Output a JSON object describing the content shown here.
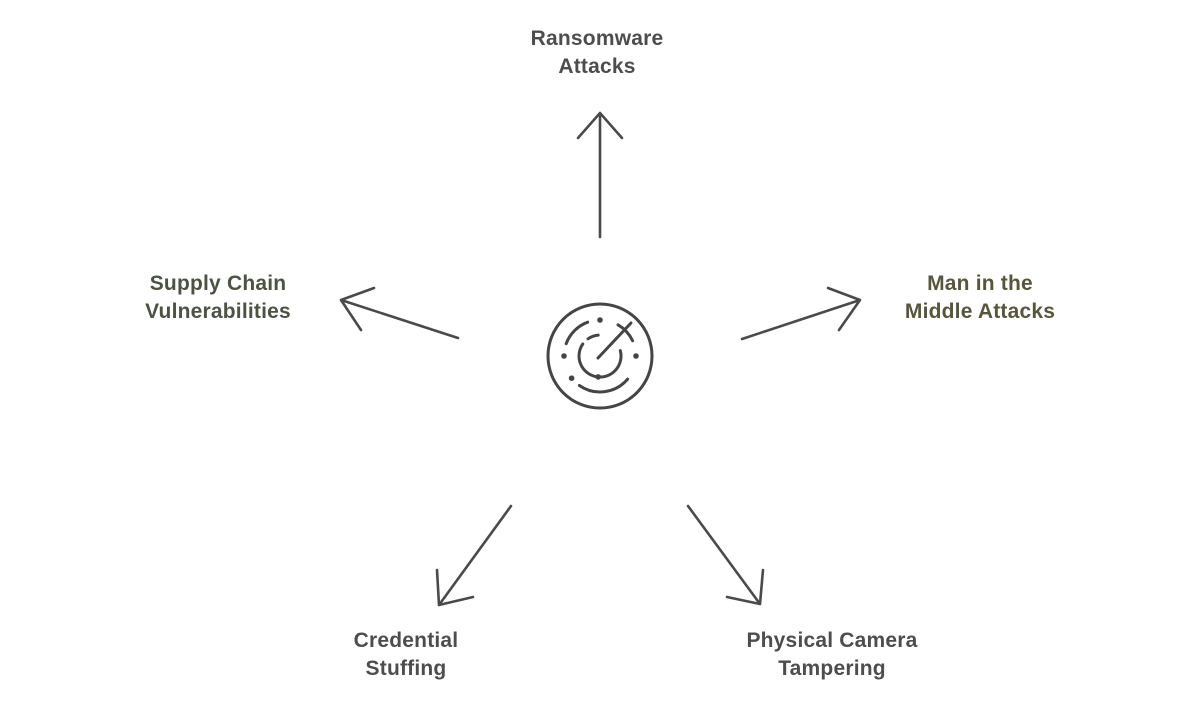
{
  "page": {
    "background": "#ffffff"
  },
  "diagram": {
    "type": "radial-spoke",
    "arrow_color": "#4a4a4a",
    "center_icon": {
      "name": "radar-icon",
      "stroke_color": "#454545"
    },
    "nodes": {
      "top": {
        "label": "Ransomware Attacks",
        "line1": "Ransomware",
        "line2": "Attacks",
        "color": "#4d4d4d"
      },
      "left": {
        "label": "Supply Chain Vulnerabilities",
        "line1": "Supply Chain",
        "line2": "Vulnerabilities",
        "color": "#4c5244"
      },
      "right": {
        "label": "Man in the Middle Attacks",
        "line1": "Man in the",
        "line2": "Middle Attacks",
        "color": "#57563c"
      },
      "bottom_left": {
        "label": "Credential Stuffing",
        "line1": "Credential",
        "line2": "Stuffing",
        "color": "#4d4d4d"
      },
      "bottom_right": {
        "label": "Physical Camera Tampering",
        "line1": "Physical Camera",
        "line2": "Tampering",
        "color": "#4d4d4d"
      }
    }
  }
}
